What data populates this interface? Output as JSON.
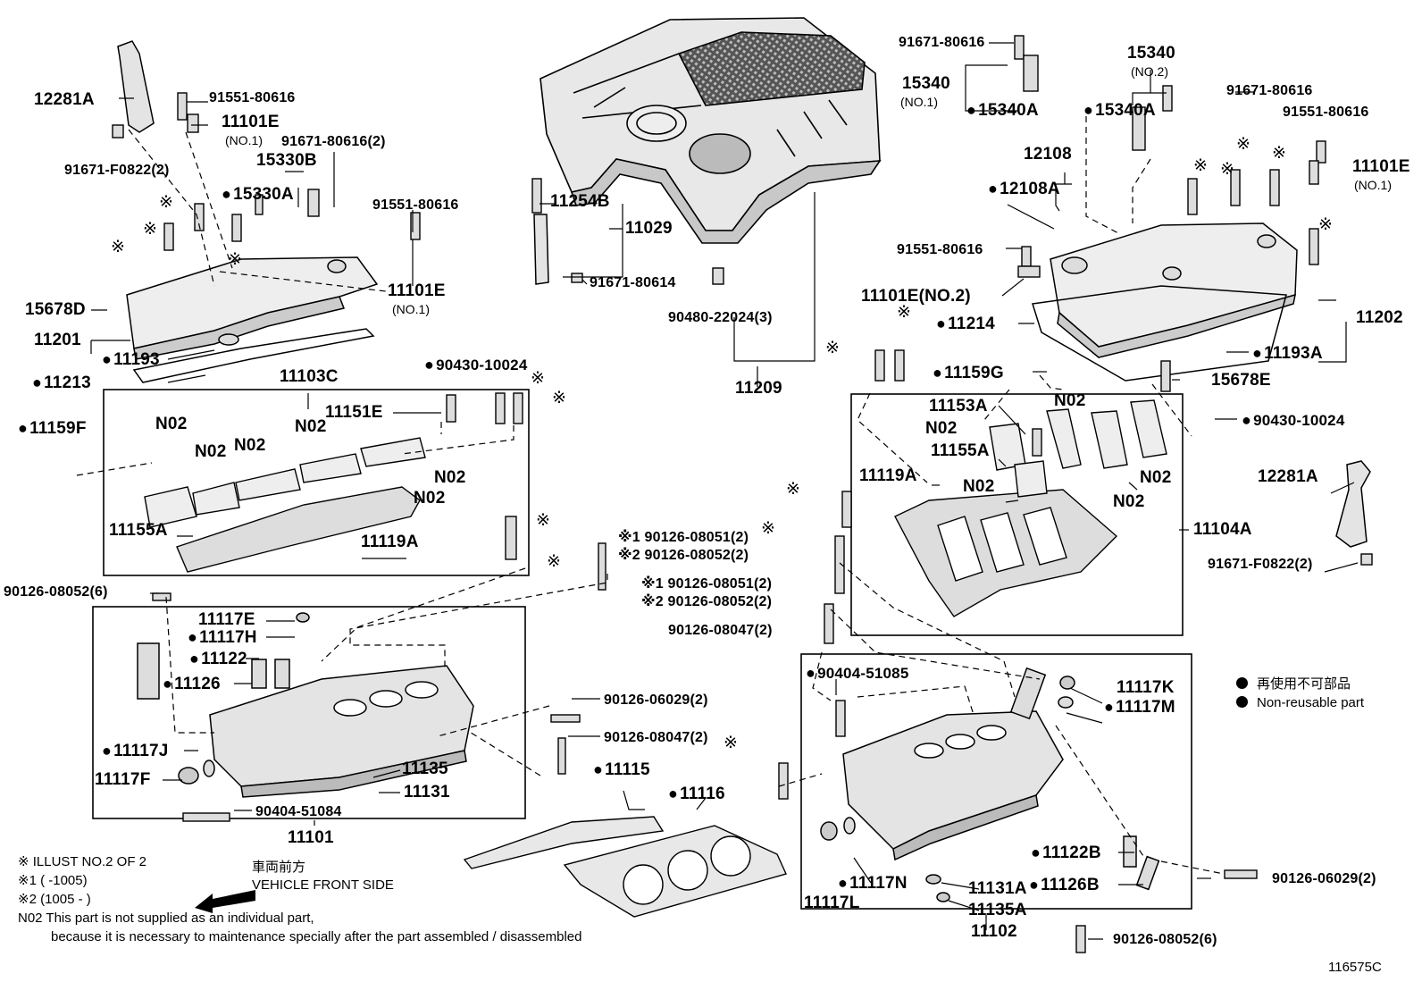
{
  "figure_code": "116575C",
  "legend": {
    "jp": "再使用不可部品",
    "en": "Non-reusable part"
  },
  "notes": {
    "illust": "※ ILLUST NO.2 OF 2",
    "n1": "※1 (          -1005)",
    "n2": "※2 (1005 -          )",
    "n02_line1": "N02 This part is not supplied as an individual part,",
    "n02_line2": "because it is necessary to maintenance specially after the part assembled / disassembled"
  },
  "front": {
    "jp": "車両前方",
    "en": "VEHICLE FRONT SIDE"
  },
  "labels": {
    "l12281A_a": "12281A",
    "l91551_80616_a": "91551-80616",
    "l11101E_a": "11101E",
    "noi_a": "(NO.1)",
    "l91671_80616_2": "91671-80616(2)",
    "l91671_F0822_a": "91671-F0822(2)",
    "l15330B": "15330B",
    "l15330A": "15330A",
    "l91551_80616_b": "91551-80616",
    "l11101E_b": "11101E",
    "noi_b": "(NO.1)",
    "l15678D": "15678D",
    "l11201": "11201",
    "l11193": "11193",
    "l11213": "11213",
    "l11103C": "11103C",
    "l90430_10024_a": "90430-10024",
    "l11151E": "11151E",
    "l11159F": "11159F",
    "n02": "N02",
    "l11155A_a": "11155A",
    "l11119A_a": "11119A",
    "l90126_08052_6a": "90126-08052(6)",
    "l11117E": "11117E",
    "l11117H": "11117H",
    "l11122": "11122",
    "l11126": "11126",
    "l11117J": "11117J",
    "l11117F": "11117F",
    "l90404_51084": "90404-51084",
    "l11135": "11135",
    "l11131": "11131",
    "l11101": "11101",
    "l90126_06029_a": "90126-06029(2)",
    "l90126_08047_a": "90126-08047(2)",
    "l11115": "11115",
    "l11116": "11116",
    "l11254B": "11254B",
    "l11029": "11029",
    "l91671_80614": "91671-80614",
    "l90480_22024": "90480-22024(3)",
    "l11209": "11209",
    "x1_08051_a": "※1 90126-08051(2)",
    "x2_08052_a": "※2 90126-08052(2)",
    "x1_08051_b": "※1 90126-08051(2)",
    "x2_08052_b": "※2 90126-08052(2)",
    "l90126_08047_b": "90126-08047(2)",
    "l91671_80616_b": "91671-80616",
    "l15340_a": "15340",
    "noi_c": "(NO.1)",
    "l15340A_a": "15340A",
    "l15340_b": "15340",
    "no2_a": "(NO.2)",
    "l15340A_b": "15340A",
    "l91671_80616_c": "91671-80616",
    "l91551_80616_c": "91551-80616",
    "l11101E_c": "11101E",
    "noi_d": "(NO.1)",
    "l12108": "12108",
    "l12108A": "12108A",
    "l91551_80616_d": "91551-80616",
    "l11101E_no2": "11101E(NO.2)",
    "l11214": "11214",
    "l11202": "11202",
    "l11193A": "11193A",
    "l11159G": "11159G",
    "l15678E": "15678E",
    "l90430_10024_b": "90430-10024",
    "l11153A": "11153A",
    "l11155A_b": "11155A",
    "l11119A_b": "11119A",
    "l11104A": "11104A",
    "l12281A_b": "12281A",
    "l91671_F0822_b": "91671-F0822(2)",
    "l90404_51085": "90404-51085",
    "l11117K": "11117K",
    "l11117M": "11117M",
    "l11122B": "11122B",
    "l11126B": "11126B",
    "l11117N": "11117N",
    "l11117L": "11117L",
    "l11131A": "11131A",
    "l11135A": "11135A",
    "l11102": "11102",
    "l90126_06029_b": "90126-06029(2)",
    "l90126_08052_6b": "90126-08052(6)",
    "ref": "※"
  }
}
